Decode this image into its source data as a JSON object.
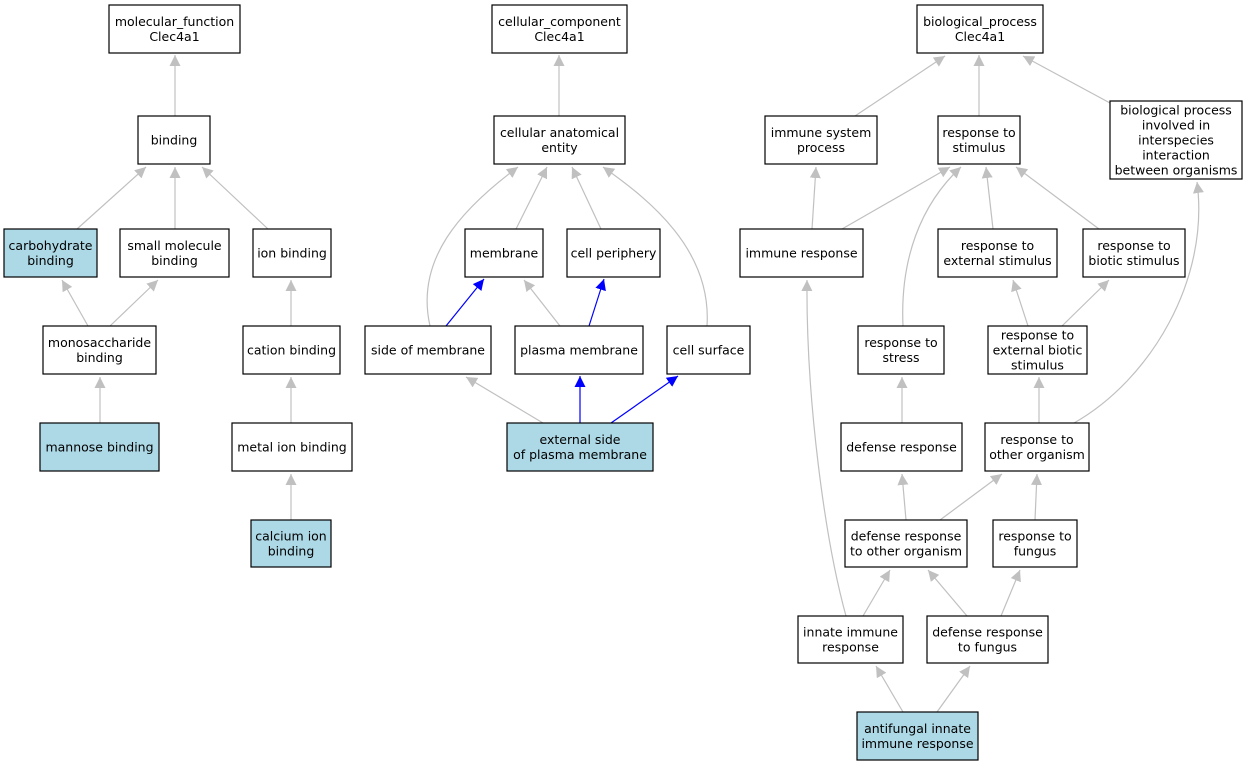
{
  "colors": {
    "highlight": "#add8e6",
    "plain": "#ffffff",
    "edge_gray": "#c0c0c0",
    "edge_blue": "#0000ff"
  },
  "nodes": {
    "mf_root": [
      "molecular_function",
      "Clec4a1"
    ],
    "binding": [
      "binding"
    ],
    "carb_binding": [
      "carbohydrate",
      "binding"
    ],
    "small_mol_binding": [
      "small molecule",
      "binding"
    ],
    "ion_binding": [
      "ion binding"
    ],
    "monosacch_binding": [
      "monosaccharide",
      "binding"
    ],
    "cation_binding": [
      "cation binding"
    ],
    "mannose_binding": [
      "mannose binding"
    ],
    "metal_ion_binding": [
      "metal ion binding"
    ],
    "calcium_ion_binding": [
      "calcium ion",
      "binding"
    ],
    "cc_root": [
      "cellular_component",
      "Clec4a1"
    ],
    "cell_anat_entity": [
      "cellular anatomical",
      "entity"
    ],
    "membrane": [
      "membrane"
    ],
    "cell_periphery": [
      "cell periphery"
    ],
    "side_of_membrane": [
      "side of membrane"
    ],
    "plasma_membrane": [
      "plasma membrane"
    ],
    "cell_surface": [
      "cell surface"
    ],
    "ext_side_pm": [
      "external side",
      "of plasma membrane"
    ],
    "bp_root": [
      "biological_process",
      "Clec4a1"
    ],
    "immune_sys_process": [
      "immune system",
      "process"
    ],
    "resp_stimulus": [
      "response to",
      "stimulus"
    ],
    "bp_interspecies": [
      "biological process",
      "involved in",
      "interspecies",
      "interaction",
      "between organisms"
    ],
    "immune_response": [
      "immune response"
    ],
    "resp_ext_stimulus": [
      "response to",
      "external stimulus"
    ],
    "resp_biotic_stimulus": [
      "response to",
      "biotic stimulus"
    ],
    "resp_stress": [
      "response to",
      "stress"
    ],
    "resp_ext_biotic_stimulus": [
      "response to",
      "external biotic",
      "stimulus"
    ],
    "defense_response": [
      "defense response"
    ],
    "resp_other_org": [
      "response to",
      "other organism"
    ],
    "def_resp_other_org": [
      "defense response",
      "to other organism"
    ],
    "resp_fungus": [
      "response to",
      "fungus"
    ],
    "innate_immune_resp": [
      "innate immune",
      "response"
    ],
    "def_resp_fungus": [
      "defense response",
      "to fungus"
    ],
    "antifungal_innate": [
      "antifungal innate",
      "immune response"
    ]
  }
}
